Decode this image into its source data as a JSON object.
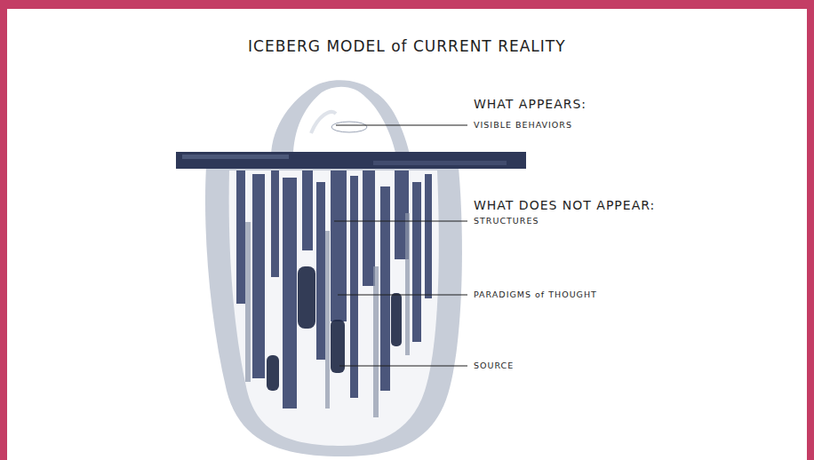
{
  "diagram": {
    "title": "ICEBERG MODEL of CURRENT REALITY",
    "labels": [
      "WHAT APPEARS:",
      "VISIBLE BEHAVIORS",
      "WHAT DOES NOT APPEAR:",
      "STRUCTURES",
      "PARADIGMS of THOUGHT",
      "SOURCE"
    ]
  }
}
